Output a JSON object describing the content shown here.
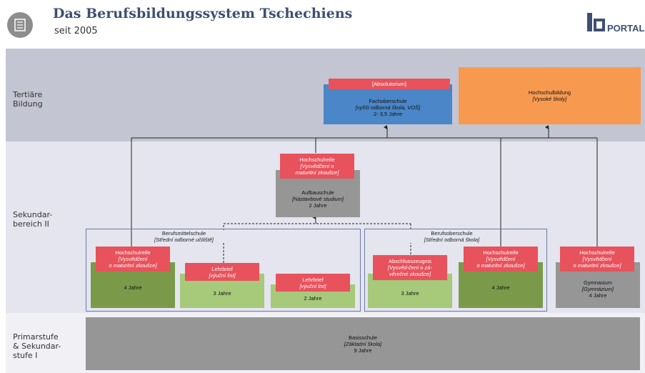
{
  "header": {
    "title": "Das Berufsbildungssystem Tschechiens",
    "subtitle": "seit 2005",
    "logo_text": "PORTAL"
  },
  "levels": {
    "tertiary": "Tertiäre\nBildung",
    "secondary2": "Sekundar-\nbereich II",
    "primary": "Primarstufe\n& Sekundar-\nstufe I"
  },
  "tertiary": {
    "absolutorium": "[Absolutorium]",
    "fachoberschule": {
      "name": "Fachoberschule",
      "local": "[vyšší odborná škola, VOŠ]",
      "duration": "2- 3,5 Jahre"
    },
    "hochschulbildung": {
      "name": "Hochschulbildung",
      "local": "[Vysoké školy]"
    }
  },
  "aufbau": {
    "cert": {
      "name": "Hochschulreife",
      "local1": "[Vysvědčení o",
      "local2": "maturitní zkoušce]"
    },
    "name": "Aufbauschule",
    "local": "[Nástavbové studium]",
    "duration": "2 Jahre"
  },
  "berufsmittelschule": {
    "name": "Berufsmittelschule",
    "local": "[Střední odborné učiliště]",
    "col1": {
      "cert": {
        "name": "Hochschulreife",
        "local1": "[Vysvědčení",
        "local2": "o maturitní zkoušce]"
      },
      "duration": "4 Jahre"
    },
    "col2": {
      "cert": {
        "name": "Lehrbrief",
        "local": "[výuční list]"
      },
      "duration": "3 Jahre"
    },
    "col3": {
      "cert": {
        "name": "Lehrbrief",
        "local": "[výuční list]"
      },
      "duration": "2 Jahre"
    }
  },
  "berufsoberschule": {
    "name": "Berufsoberschule",
    "local": "[Střední odborná škola]",
    "col1": {
      "cert": {
        "name": "Abschlusszeugnis",
        "local1": "[Vysvěd-čení o zá-",
        "local2": "věrečné zkoušce]"
      },
      "duration": "3 Jahre"
    },
    "col2": {
      "cert": {
        "name": "Hochschulreife",
        "local1": "[Vysvědčení",
        "local2": "o maturitní zkoušce]"
      },
      "duration": "4 Jahre"
    }
  },
  "gymnasium": {
    "cert": {
      "name": "Hochschulreife",
      "local1": "[Vysvědčení",
      "local2": "o maturitní zkoušce]"
    },
    "name": "Gymnasium",
    "local": "[Gymnázium]",
    "duration": "4 Jahre"
  },
  "basisschule": {
    "name": "Basisschule",
    "local": "[Základní škola]",
    "duration": "9 Jahre"
  },
  "colors": {
    "tertiary_band": "#c4c5d2",
    "secondary_band": "#e4e5ee",
    "primary_band": "#f0f0f5",
    "red": "#e8525c",
    "blue": "#4a86c8",
    "orange": "#f79a50",
    "grey": "#969696",
    "dark_green": "#7a9a4a",
    "light_green": "#a6c97a"
  }
}
